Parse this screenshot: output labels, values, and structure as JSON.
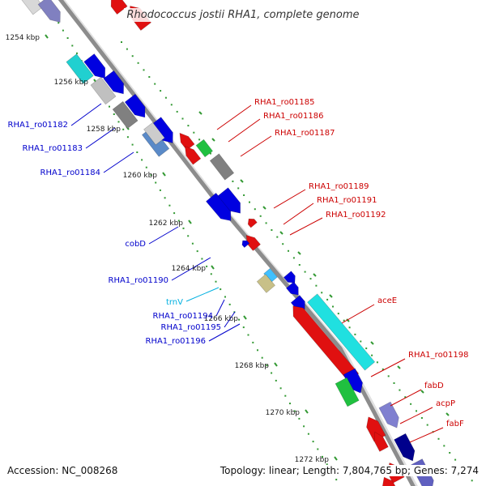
{
  "title": "Rhodococcus jostii RHA1, complete genome",
  "footer": {
    "accession": "Accession: NC_008268",
    "summary": "Topology: linear; Length: 7,804,765 bp; Genes: 7,274"
  },
  "colors": {
    "backbone": "#8c8c8c",
    "forward_strand_label": "#0000cc",
    "reverse_strand_label": "#cc0000",
    "rna_label": "#00b0e0",
    "tick_dots": "#339933"
  },
  "scale_labels": [
    "1254 kbp",
    "1256 kbp",
    "1258 kbp",
    "1260 kbp",
    "1262 kbp",
    "1264 kbp",
    "1266 kbp",
    "1268 kbp",
    "1270 kbp",
    "1272 kbp"
  ],
  "left_labels": [
    "RHA1_ro01182",
    "RHA1_ro01183",
    "RHA1_ro01184",
    "cobD",
    "RHA1_ro01190",
    "trnV",
    "RHA1_ro01194",
    "RHA1_ro01195",
    "RHA1_ro01196"
  ],
  "right_labels": [
    "RHA1_ro01185",
    "RHA1_ro01186",
    "RHA1_ro01187",
    "RHA1_ro01189",
    "RHA1_ro01191",
    "RHA1_ro01192",
    "aceE",
    "RHA1_ro01198",
    "fabD",
    "acpP",
    "fabF"
  ]
}
